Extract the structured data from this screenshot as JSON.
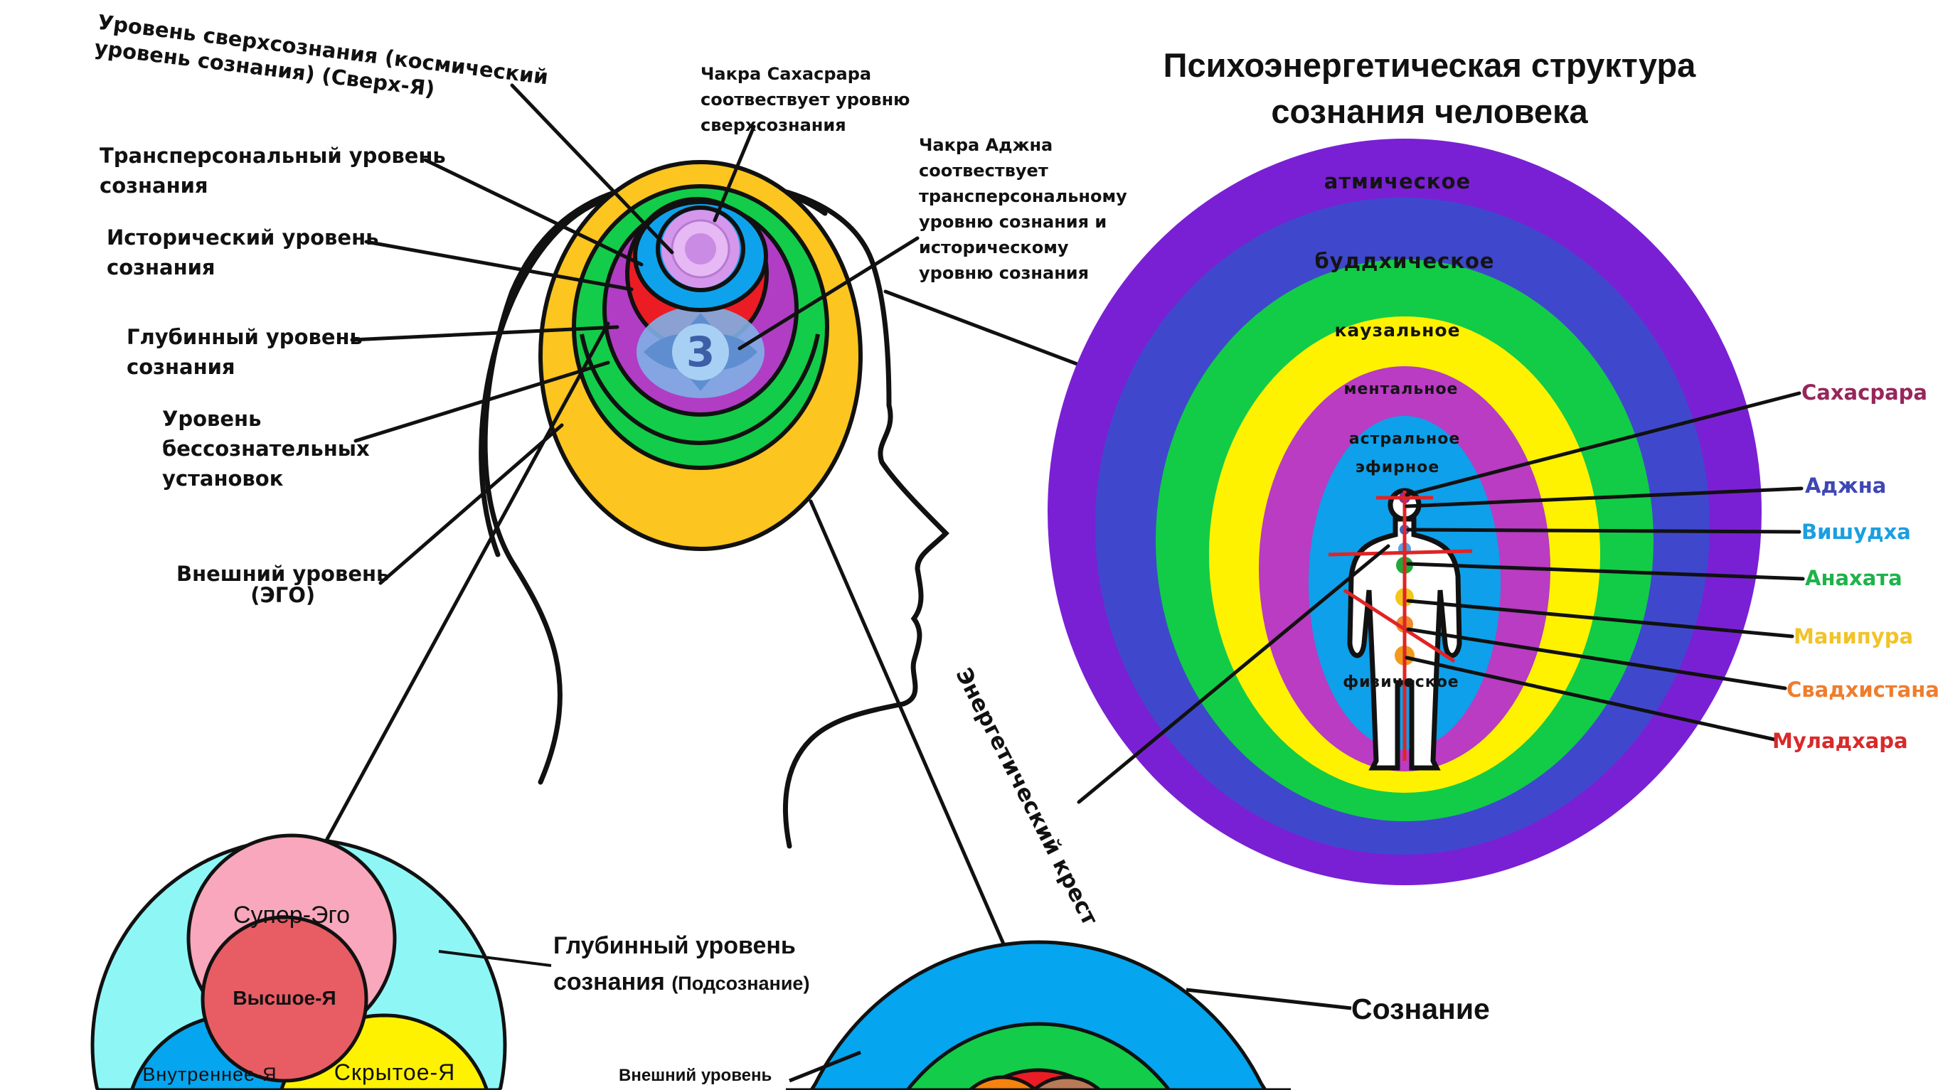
{
  "title": {
    "line1": "Психоэнергетическая структура",
    "line2": "сознания человека"
  },
  "head_labels": {
    "superconscious": {
      "line1": "Уровень сверхсознания (космический",
      "line2": "уровень сознания) (Сверх-Я)"
    },
    "transpersonal": {
      "line1": "Трансперсональный уровень",
      "line2": "сознания"
    },
    "historical": {
      "line1": "Исторический уровень",
      "line2": "сознания"
    },
    "deep": {
      "line1": "Глубинный уровень",
      "line2": "сознания"
    },
    "unconscious_attitudes": {
      "line1": "Уровень",
      "line2": "бессознательных",
      "line3": "установок"
    },
    "external": {
      "line1": "Внешний уровень",
      "line2": "(ЭГО)"
    }
  },
  "chakra_notes": {
    "sahasrara": {
      "line1": "Чакра Сахасрара",
      "line2": "соотвествует уровню",
      "line3": "сверхсознания"
    },
    "ajna": {
      "line1": "Чакра Аджна",
      "line2": "соотвествует",
      "line3": "трансперсональному",
      "line4": "уровню сознания и",
      "line5": "историческому",
      "line6": "уровню сознания"
    }
  },
  "head_layers": [
    {
      "name": "external",
      "color": "#fcc51f"
    },
    {
      "name": "unconscious_attitudes",
      "color": "#13cc4a"
    },
    {
      "name": "deep",
      "color": "#b13dc4"
    },
    {
      "name": "historical",
      "color": "#ec1c24"
    },
    {
      "name": "transpersonal",
      "color": "#0ea2ec"
    },
    {
      "name": "superconscious",
      "color": "#c78ae0"
    }
  ],
  "aura": {
    "layers": [
      {
        "label": "атмическое",
        "color": "#7a20d4"
      },
      {
        "label": "буддхическое",
        "color": "#3f48cc"
      },
      {
        "label": "каузальное",
        "color": "#12cc47"
      },
      {
        "label": "ментальное",
        "color": "#fff200"
      },
      {
        "label": "астральное",
        "color": "#b93cc2"
      },
      {
        "label": "эфирное",
        "color": "#0ea0ea"
      },
      {
        "label": "физическое",
        "color": "#ffffff"
      }
    ]
  },
  "chakras": [
    {
      "label": "Сахасрара",
      "color": "#97265a"
    },
    {
      "label": "Аджна",
      "color": "#3e47b5"
    },
    {
      "label": "Вишудха",
      "color": "#1a9fe0"
    },
    {
      "label": "Анахата",
      "color": "#1eb34a"
    },
    {
      "label": "Манипура",
      "color": "#f2c329"
    },
    {
      "label": "Свадхистана",
      "color": "#ee7d2e"
    },
    {
      "label": "Муладхара",
      "color": "#d92a2a"
    }
  ],
  "energy_cross": "Энергетический крест",
  "subconscious_diagram": {
    "super_ego": "Супер-Эго",
    "higher_self": "Высшое-Я",
    "inner_self": "Внутреннее-Я",
    "hidden_self": "Скрытое-Я",
    "caption_line1": "Глубинный уровень",
    "caption_line2": "сознания",
    "caption_suffix": "(Подсознание)",
    "colors": {
      "outer": "#8ff6f6",
      "super_ego": "#f8a7bc",
      "higher_self": "#e85c64",
      "inner_self": "#05a5ef",
      "hidden_self": "#fff200"
    }
  },
  "consciousness_diagram": {
    "label": "Сознание",
    "external_label": "Внешний уровень",
    "colors": {
      "outer": "#05a5ef",
      "ring2": "#13cc4a",
      "ring3": "#ec1c24",
      "left_core": "#f5830f",
      "right_core": "#b97a57"
    }
  }
}
